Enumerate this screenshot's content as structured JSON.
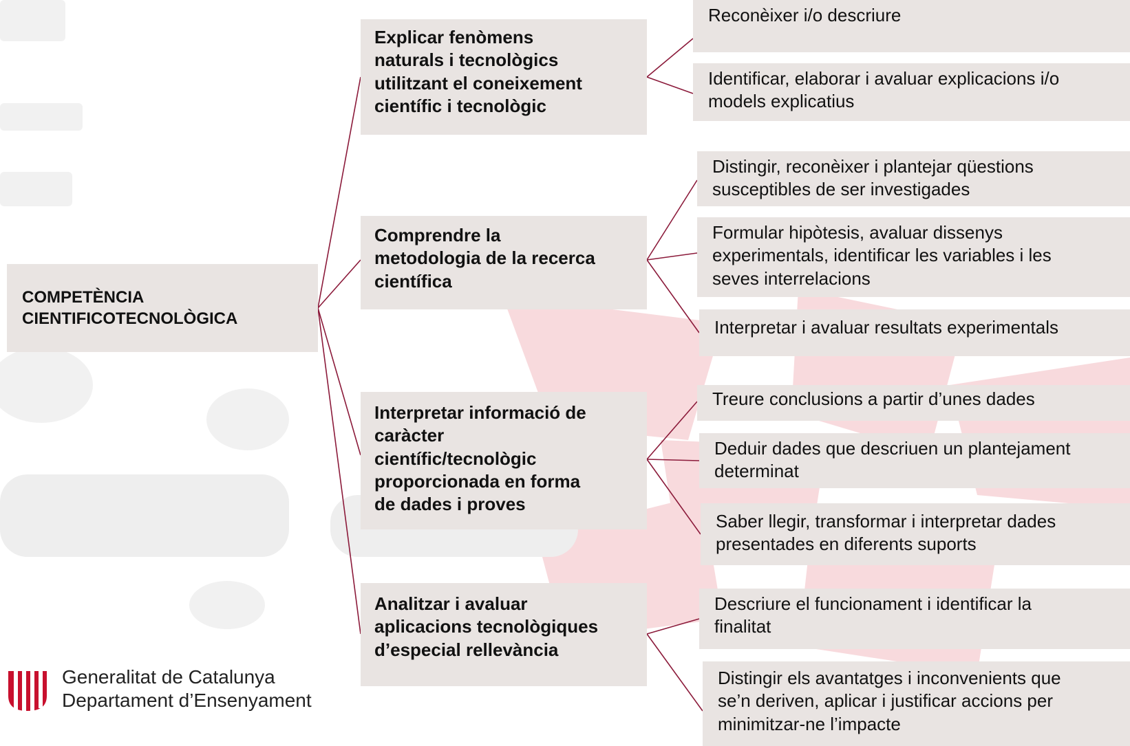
{
  "root": {
    "label_line1": "COMPETÈNCIA",
    "label_line2": "CIENTIFICOTECNOLÒGICA"
  },
  "branches": [
    {
      "lines": [
        "Explicar fenòmens",
        "naturals i tecnològics",
        "utilitzant el coneixement",
        "científic i tecnològic"
      ],
      "leaves": [
        {
          "lines": [
            "Reconèixer i/o descriure"
          ]
        },
        {
          "lines": [
            "Identificar, elaborar i avaluar explicacions i/o",
            "models explicatius"
          ]
        }
      ]
    },
    {
      "lines": [
        "Comprendre la",
        "metodologia de la recerca",
        "científica"
      ],
      "leaves": [
        {
          "lines": [
            "Distingir, reconèixer i plantejar qüestions",
            "susceptibles de ser investigades"
          ]
        },
        {
          "lines": [
            "Formular hipòtesis, avaluar dissenys",
            "experimentals, identificar les variables i les",
            "seves interrelacions"
          ]
        },
        {
          "lines": [
            "Interpretar i avaluar resultats experimentals"
          ]
        }
      ]
    },
    {
      "lines": [
        "Interpretar informació de",
        "caràcter",
        "científic/tecnològic",
        "proporcionada en forma",
        "de dades i proves"
      ],
      "leaves": [
        {
          "lines": [
            "Treure conclusions a partir d’unes dades"
          ]
        },
        {
          "lines": [
            "Deduir dades que descriuen un plantejament",
            "determinat"
          ]
        },
        {
          "lines": [
            "Saber llegir, transformar i interpretar dades",
            "presentades en diferents suports"
          ]
        }
      ]
    },
    {
      "lines": [
        "Analitzar i avaluar",
        "aplicacions tecnològiques",
        "d’especial rellevància"
      ],
      "leaves": [
        {
          "lines": [
            "Descriure el funcionament i identificar la",
            "finalitat"
          ]
        },
        {
          "lines": [
            "Distingir els avantatges i inconvenients que",
            "se’n deriven, aplicar i justificar accions per",
            "minimitzar-ne l’impacte"
          ]
        }
      ]
    }
  ],
  "footer": {
    "logo_line1": "Generalitat de Catalunya",
    "logo_line2": "Departament d’Ensenyament",
    "logo_icon": "generalitat-stripes-icon"
  },
  "colors": {
    "box_fill": "#e9e4e2",
    "connector": "#8b1a3a",
    "logo_red": "#c8102e",
    "watermark_red": "#f5d0d3"
  }
}
